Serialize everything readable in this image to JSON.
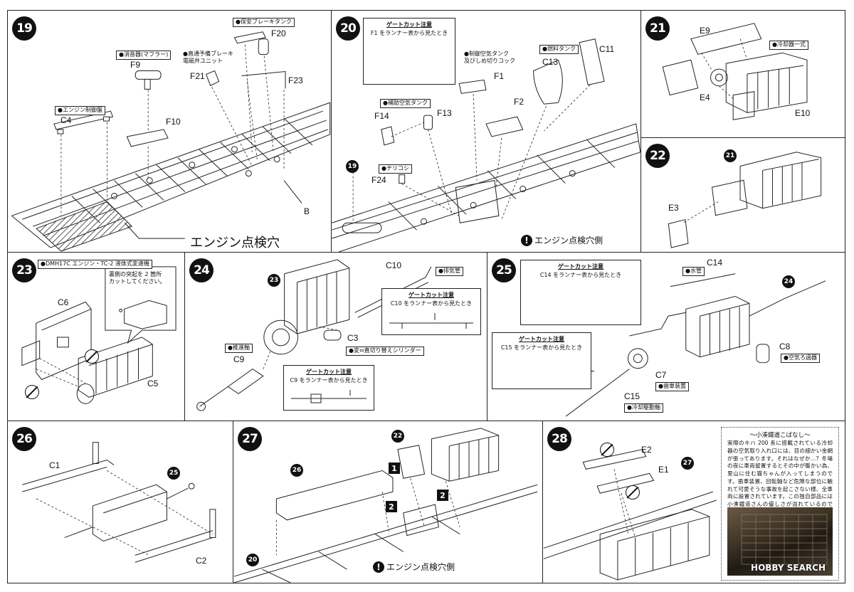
{
  "steps": {
    "s19": {
      "num": "19",
      "parts": {
        "c4": "C4",
        "f10": "F10",
        "f9": "F9",
        "f21": "F21",
        "f20": "F20",
        "f23": "F23",
        "b": "B"
      },
      "tags": {
        "engine_panel": "●エンジン制御盤",
        "muffler": "●消音器(マフラー)",
        "brake_valve_1": "●直通予備ブレーキ",
        "brake_valve_2": "電磁弁ユニット",
        "brake_tank": "●保安ブレーキタンク"
      },
      "callout": "エンジン点検穴"
    },
    "s20": {
      "num": "20",
      "gate": {
        "title": "ゲートカット注意",
        "text": "F1 をランナー表から見たとき"
      },
      "parts": {
        "f1": "F1",
        "f2": "F2",
        "f14": "F14",
        "f13": "F13",
        "f24": "F24",
        "c13": "C13",
        "c11": "C11"
      },
      "tags": {
        "control_tank_1": "●制御空気タンク",
        "control_tank_2": "及びしめ切りコック",
        "fuel_tank": "●燃料タンク",
        "aux_tank": "●補助空気タンク",
        "strainer": "●チリコシ"
      },
      "ref": "19",
      "callout": "エンジン点検穴側"
    },
    "s21": {
      "num": "21",
      "parts": {
        "e9": "E9",
        "e4": "E4",
        "e10": "E10"
      },
      "tags": {
        "cooler": "●冷却器一式"
      }
    },
    "s22": {
      "num": "22",
      "parts": {
        "e3": "E3"
      },
      "ref": "21"
    },
    "s23": {
      "num": "23",
      "tags": {
        "engine": "●DMH17C エンジン・TC-2 液体式変速機"
      },
      "note_1": "裏側の突起を 2 箇所",
      "note_2": "カットしてください。",
      "parts": {
        "c6": "C6",
        "c5": "C5"
      }
    },
    "s24": {
      "num": "24",
      "ref": "23",
      "parts": {
        "c10": "C10",
        "c3": "C3",
        "c9": "C9"
      },
      "tags": {
        "exhaust": "●排気管",
        "shift_cyl": "●変⇔直切り替えシリンダー",
        "prop_shaft": "●推進軸"
      },
      "gate_a": {
        "title": "ゲートカット注意",
        "text": "C10 をランナー表から見たとき"
      },
      "gate_b": {
        "title": "ゲートカット注意",
        "text": "C9 をランナー表から見たとき"
      }
    },
    "s25": {
      "num": "25",
      "ref": "24",
      "gate_a": {
        "title": "ゲートカット注意",
        "text": "C14 をランナー表から見たとき"
      },
      "gate_b": {
        "title": "ゲートカット注意",
        "text": "C15 をランナー表から見たとき"
      },
      "parts": {
        "c14": "C14",
        "c8": "C8",
        "c7": "C7",
        "c15": "C15"
      },
      "tags": {
        "water_pipe": "●水管",
        "air_filter": "●空気ろ過器",
        "gear": "●歯車装置",
        "cooler_drive": "●冷却駆動軸"
      }
    },
    "s26": {
      "num": "26",
      "ref": "25",
      "parts": {
        "c1": "C1",
        "c2": "C2"
      }
    },
    "s27": {
      "num": "27",
      "refs": {
        "r22": "22",
        "r26": "26",
        "r20": "20"
      },
      "squares": {
        "one": "1",
        "two_a": "2",
        "two_b": "2"
      },
      "callout": "エンジン点検穴側"
    },
    "s28": {
      "num": "28",
      "ref": "27",
      "parts": {
        "e2": "E2",
        "e1": "E1"
      }
    }
  },
  "story": {
    "title": "〜小湊鐵道こばなし〜",
    "body": "実際のキハ 200 系に搭載されている冷却器の空気取り入れ口には、目の細かい金網が張ってあります。それはなぜか…？冬場の夜に車両留置するとその中が暖かい為、里山に住む猫ちゃんが入ってしまうのです。歯車装置、回転軸など危険な部位に触れて可愛そうな事故を起こさない様、全車両に設置されています。この独自部品には小湊鐵道さんの優しさが溢れているのです。"
  },
  "watermark": "HOBBY SEARCH"
}
